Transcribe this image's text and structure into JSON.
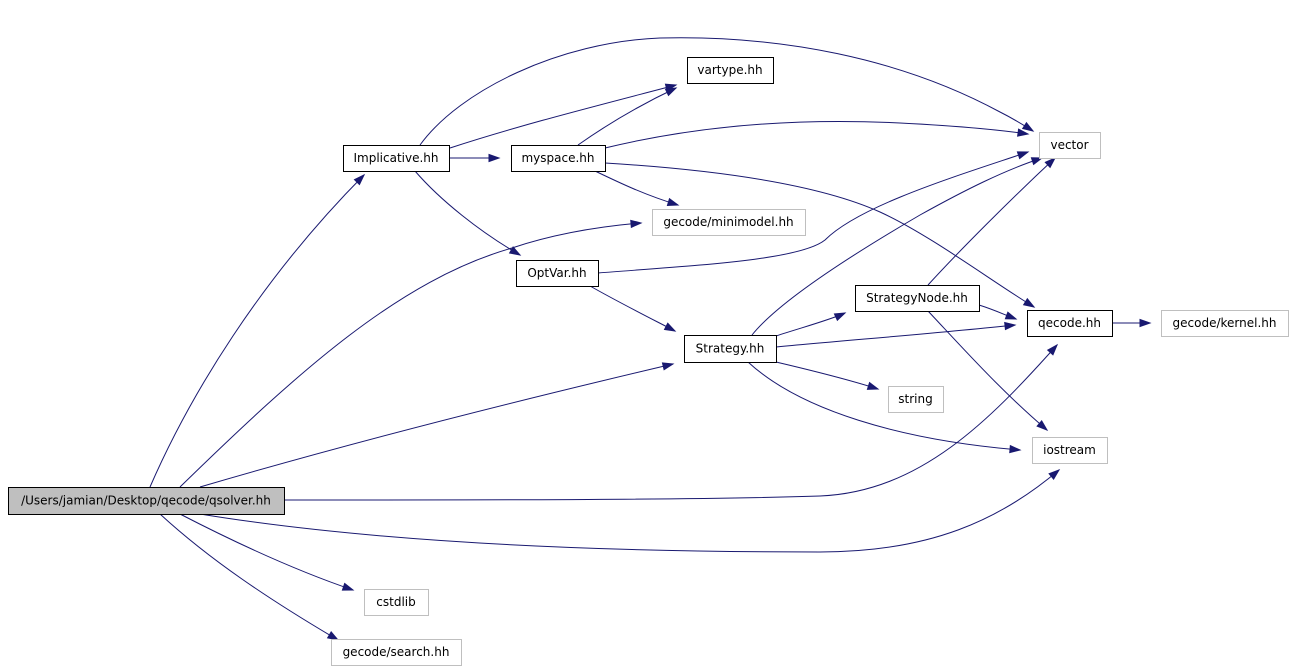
{
  "graph": {
    "colors": {
      "edge": "#191970",
      "root_fill": "#bfbfbf",
      "root_border": "#000000",
      "local_border": "#000000",
      "external_border": "#bfbfbf",
      "node_fill": "#ffffff"
    },
    "nodes": {
      "root": {
        "label": "/Users/jamian/Desktop/qecode/qsolver.hh",
        "kind": "root"
      },
      "implicative": {
        "label": "Implicative.hh",
        "kind": "local"
      },
      "vartype": {
        "label": "vartype.hh",
        "kind": "local"
      },
      "myspace": {
        "label": "myspace.hh",
        "kind": "local"
      },
      "vector": {
        "label": "vector",
        "kind": "external"
      },
      "minimodel": {
        "label": "gecode/minimodel.hh",
        "kind": "external"
      },
      "optvar": {
        "label": "OptVar.hh",
        "kind": "local"
      },
      "strategynode": {
        "label": "StrategyNode.hh",
        "kind": "local"
      },
      "qecode": {
        "label": "qecode.hh",
        "kind": "local"
      },
      "kernel": {
        "label": "gecode/kernel.hh",
        "kind": "external"
      },
      "strategy": {
        "label": "Strategy.hh",
        "kind": "local"
      },
      "string": {
        "label": "string",
        "kind": "external"
      },
      "iostream": {
        "label": "iostream",
        "kind": "external"
      },
      "cstdlib": {
        "label": "cstdlib",
        "kind": "external"
      },
      "search": {
        "label": "gecode/search.hh",
        "kind": "external"
      }
    },
    "edges": [
      {
        "from": "root",
        "to": "implicative"
      },
      {
        "from": "root",
        "to": "minimodel"
      },
      {
        "from": "root",
        "to": "strategy"
      },
      {
        "from": "root",
        "to": "qecode"
      },
      {
        "from": "root",
        "to": "iostream"
      },
      {
        "from": "root",
        "to": "cstdlib"
      },
      {
        "from": "root",
        "to": "search"
      },
      {
        "from": "implicative",
        "to": "vartype"
      },
      {
        "from": "implicative",
        "to": "vector"
      },
      {
        "from": "implicative",
        "to": "myspace"
      },
      {
        "from": "implicative",
        "to": "optvar"
      },
      {
        "from": "myspace",
        "to": "vartype"
      },
      {
        "from": "myspace",
        "to": "vector"
      },
      {
        "from": "myspace",
        "to": "minimodel"
      },
      {
        "from": "myspace",
        "to": "qecode"
      },
      {
        "from": "optvar",
        "to": "vector"
      },
      {
        "from": "optvar",
        "to": "strategy"
      },
      {
        "from": "strategy",
        "to": "vector"
      },
      {
        "from": "strategy",
        "to": "strategynode"
      },
      {
        "from": "strategy",
        "to": "qecode"
      },
      {
        "from": "strategy",
        "to": "string"
      },
      {
        "from": "strategy",
        "to": "iostream"
      },
      {
        "from": "strategynode",
        "to": "vector"
      },
      {
        "from": "strategynode",
        "to": "qecode"
      },
      {
        "from": "strategynode",
        "to": "iostream"
      },
      {
        "from": "qecode",
        "to": "kernel"
      }
    ]
  }
}
